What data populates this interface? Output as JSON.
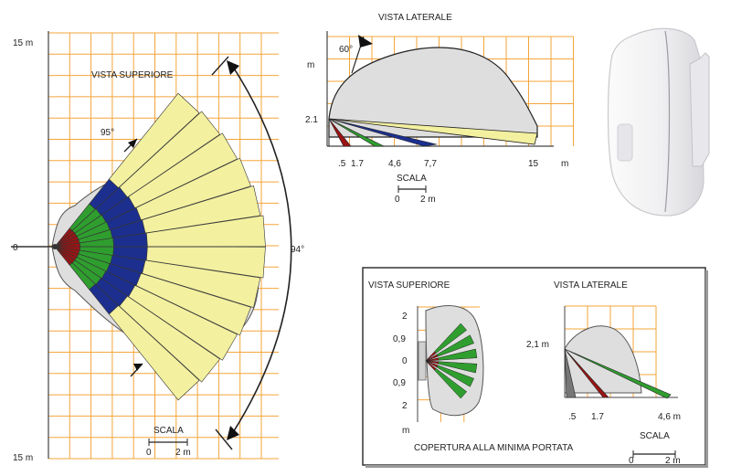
{
  "top_view": {
    "title": "VISTA SUPERIORE",
    "y_top": "15 m",
    "y_mid": "0",
    "y_bottom": "15 m",
    "angle_small": "95°",
    "angle_large": "94°",
    "scale_title": "SCALA",
    "scale_min": "0",
    "scale_max": "2 m"
  },
  "side_view": {
    "title": "VISTA LATERALE",
    "angle": "60°",
    "y_unit": "m",
    "height": "2.1",
    "x_ticks": [
      ".5",
      "1.7",
      "4,6",
      "7,7",
      "15"
    ],
    "x_unit": "m",
    "scale_title": "SCALA",
    "scale_min": "0",
    "scale_max": "2 m"
  },
  "inset": {
    "top_title": "VISTA SUPERIORE",
    "side_title": "VISTA LATERALE",
    "y_ticks": [
      "2",
      "0,9",
      "0",
      "0,9",
      "2"
    ],
    "y_unit": "m",
    "height": "2,1 m",
    "x_ticks": [
      ".5",
      "1.7",
      "4,6 m"
    ],
    "caption": "COPERTURA ALLA MINIMA PORTATA",
    "scale_title": "SCALA",
    "scale_min": "0",
    "scale_max": "2 m"
  },
  "colors": {
    "grid": "#f4a53a",
    "zone_yellow": "#f3f0a0",
    "zone_green": "#2f9e2f",
    "zone_blue": "#1c2f8f",
    "zone_red": "#9a1414",
    "area_fill": "#dedede"
  },
  "device": {
    "name": "pir-sensor-photo"
  }
}
